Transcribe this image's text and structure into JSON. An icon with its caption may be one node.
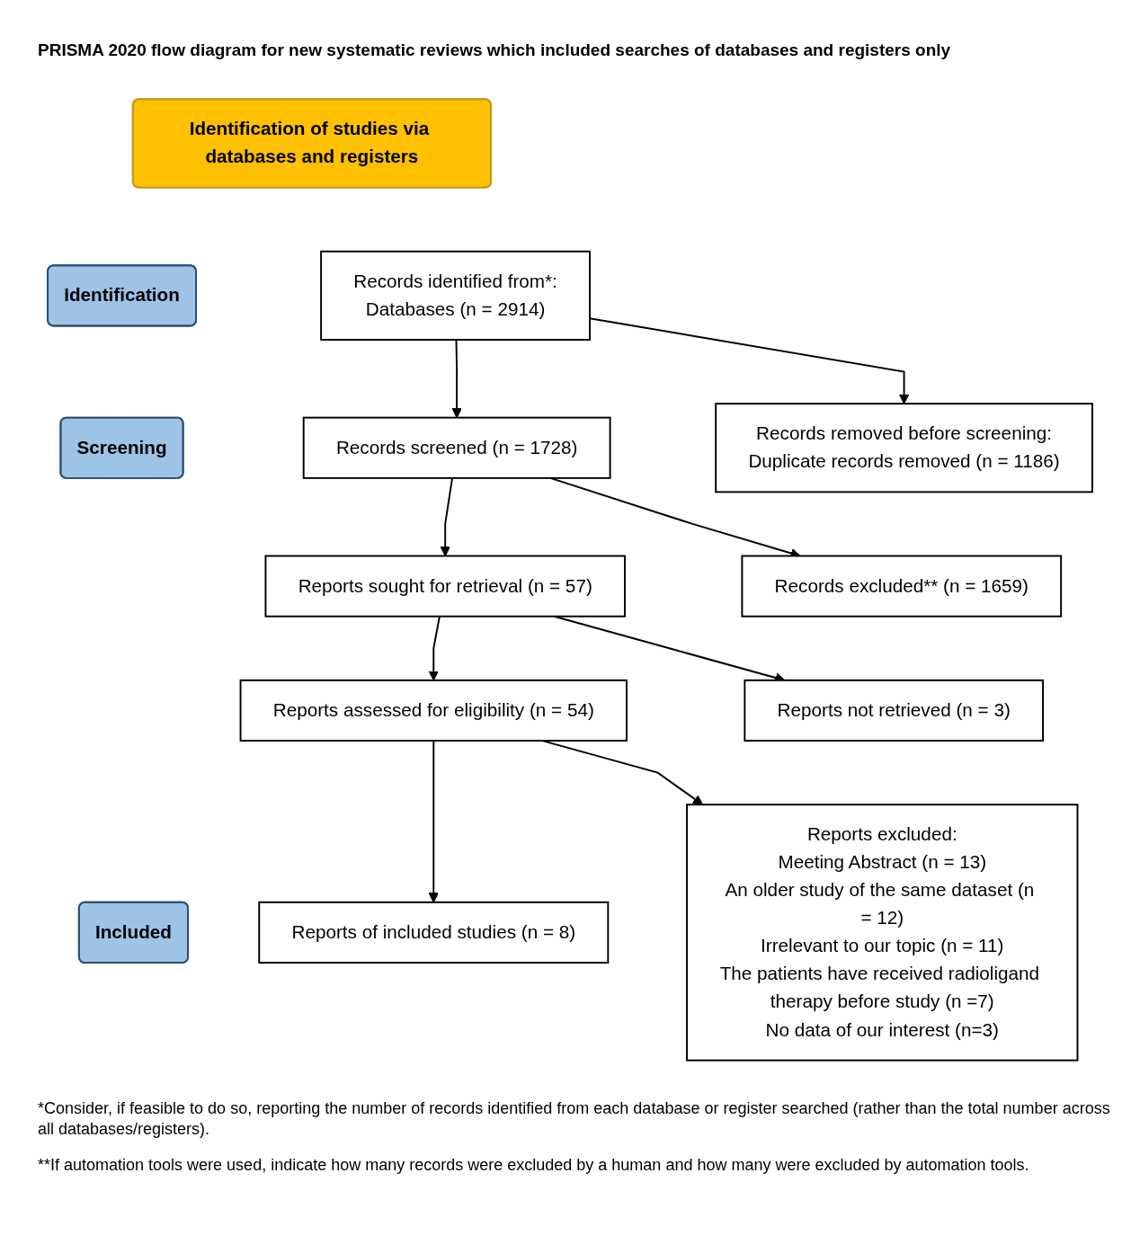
{
  "diagram": {
    "title": "PRISMA 2020 flow diagram for new systematic reviews which included searches of databases and registers only",
    "nodes": [
      {
        "text": [
          "Identification of studies via databases and registers"
        ]
      },
      {
        "text": [
          "Identification"
        ]
      },
      {
        "text": [
          "Records identified from*:",
          "Databases (n = 2914)"
        ]
      },
      {
        "text": [
          "Records removed before screening:",
          "Duplicate records removed (n = 1186)"
        ]
      },
      {
        "text": [
          "Screening"
        ]
      },
      {
        "text": [
          "Records screened (n = 1728)"
        ]
      },
      {
        "text": [
          "Records excluded** (n = 1659)"
        ]
      },
      {
        "text": [
          "Reports sought for retrieval (n = 57)"
        ]
      },
      {
        "text": [
          "Reports not retrieved (n = 3)"
        ]
      },
      {
        "text": [
          "Reports assessed for eligibility (n = 54)"
        ]
      },
      {
        "text": [
          "Reports excluded:",
          "Meeting Abstract (n = 13)",
          "An older study of the same dataset (n = 12)",
          "Irrelevant to our topic (n = 11)",
          "The patients have received radioligand therapy before study (n =7)",
          "No data of our interest (n=3)"
        ]
      },
      {
        "text": [
          "Included"
        ]
      },
      {
        "text": [
          "Reports of included studies (n = 8)"
        ]
      }
    ],
    "edges": [
      {
        "from": 2,
        "to": 5,
        "arrow": "to"
      },
      {
        "from": 2,
        "to": 3,
        "arrow": "to"
      },
      {
        "from": 5,
        "to": 7,
        "arrow": "to"
      },
      {
        "from": 5,
        "to": 6,
        "arrow": "to"
      },
      {
        "from": 7,
        "to": 9,
        "arrow": "to"
      },
      {
        "from": 7,
        "to": 8,
        "arrow": "to"
      },
      {
        "from": 9,
        "to": 12,
        "arrow": "to"
      },
      {
        "from": 9,
        "to": 10,
        "arrow": "to"
      }
    ],
    "labels": [
      "*Consider, if feasible to do so, reporting the number of records identified from each database or register searched (rather than the total number across all databases/registers).",
      "**If automation tools were used, indicate how many records were excluded by a human and how many were excluded by automation tools."
    ]
  }
}
